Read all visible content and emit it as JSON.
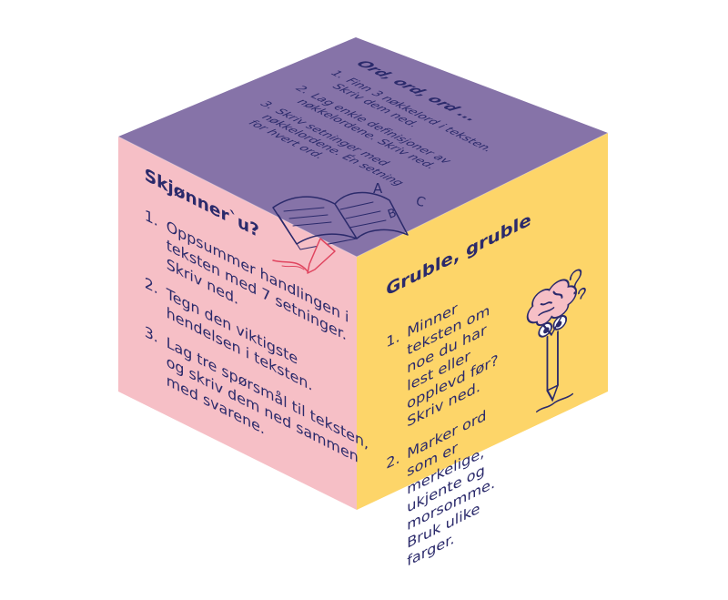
{
  "colors": {
    "pink": "#f6bfc6",
    "yellow": "#fdd569",
    "purple": "#8673a8",
    "ink": "#2b2a6b",
    "accent": "#e0455f"
  },
  "faces": {
    "left": {
      "title": "Skjønner`u?",
      "items": [
        {
          "num": "1.",
          "text": "Oppsummer handlingen i teksten med 7 setninger. Skriv ned."
        },
        {
          "num": "2.",
          "text": "Tegn den viktigste hendelsen i teksten."
        },
        {
          "num": "3.",
          "text": "Lag tre spørsmål til teksten, og skriv dem ned sammen med svarene."
        }
      ]
    },
    "right": {
      "title": "Gruble, gruble",
      "items": [
        {
          "num": "1.",
          "text": "Minner teksten om noe du har lest eller opplevd før? Skriv ned."
        },
        {
          "num": "2.",
          "text": "Marker ord som er merkelige, ukjente og morsomme. Bruk ulike farger."
        }
      ],
      "illustration": "thinking-pencil-icon"
    },
    "top": {
      "title": "Ord, ord, ord ...",
      "items": [
        {
          "num": "1.",
          "text": "Finn 3 nøkkelord i teksten. Skriv dem ned."
        },
        {
          "num": "2.",
          "text": "Lag enkle definisjoner av nøkkelordene. Skriv ned."
        },
        {
          "num": "3.",
          "text": "Skriv setninger med nøkkelordene. Én setning for hvert ord."
        }
      ],
      "letters": [
        "A",
        "B",
        "C"
      ],
      "illustration": "open-book-with-pencil-icon"
    }
  }
}
